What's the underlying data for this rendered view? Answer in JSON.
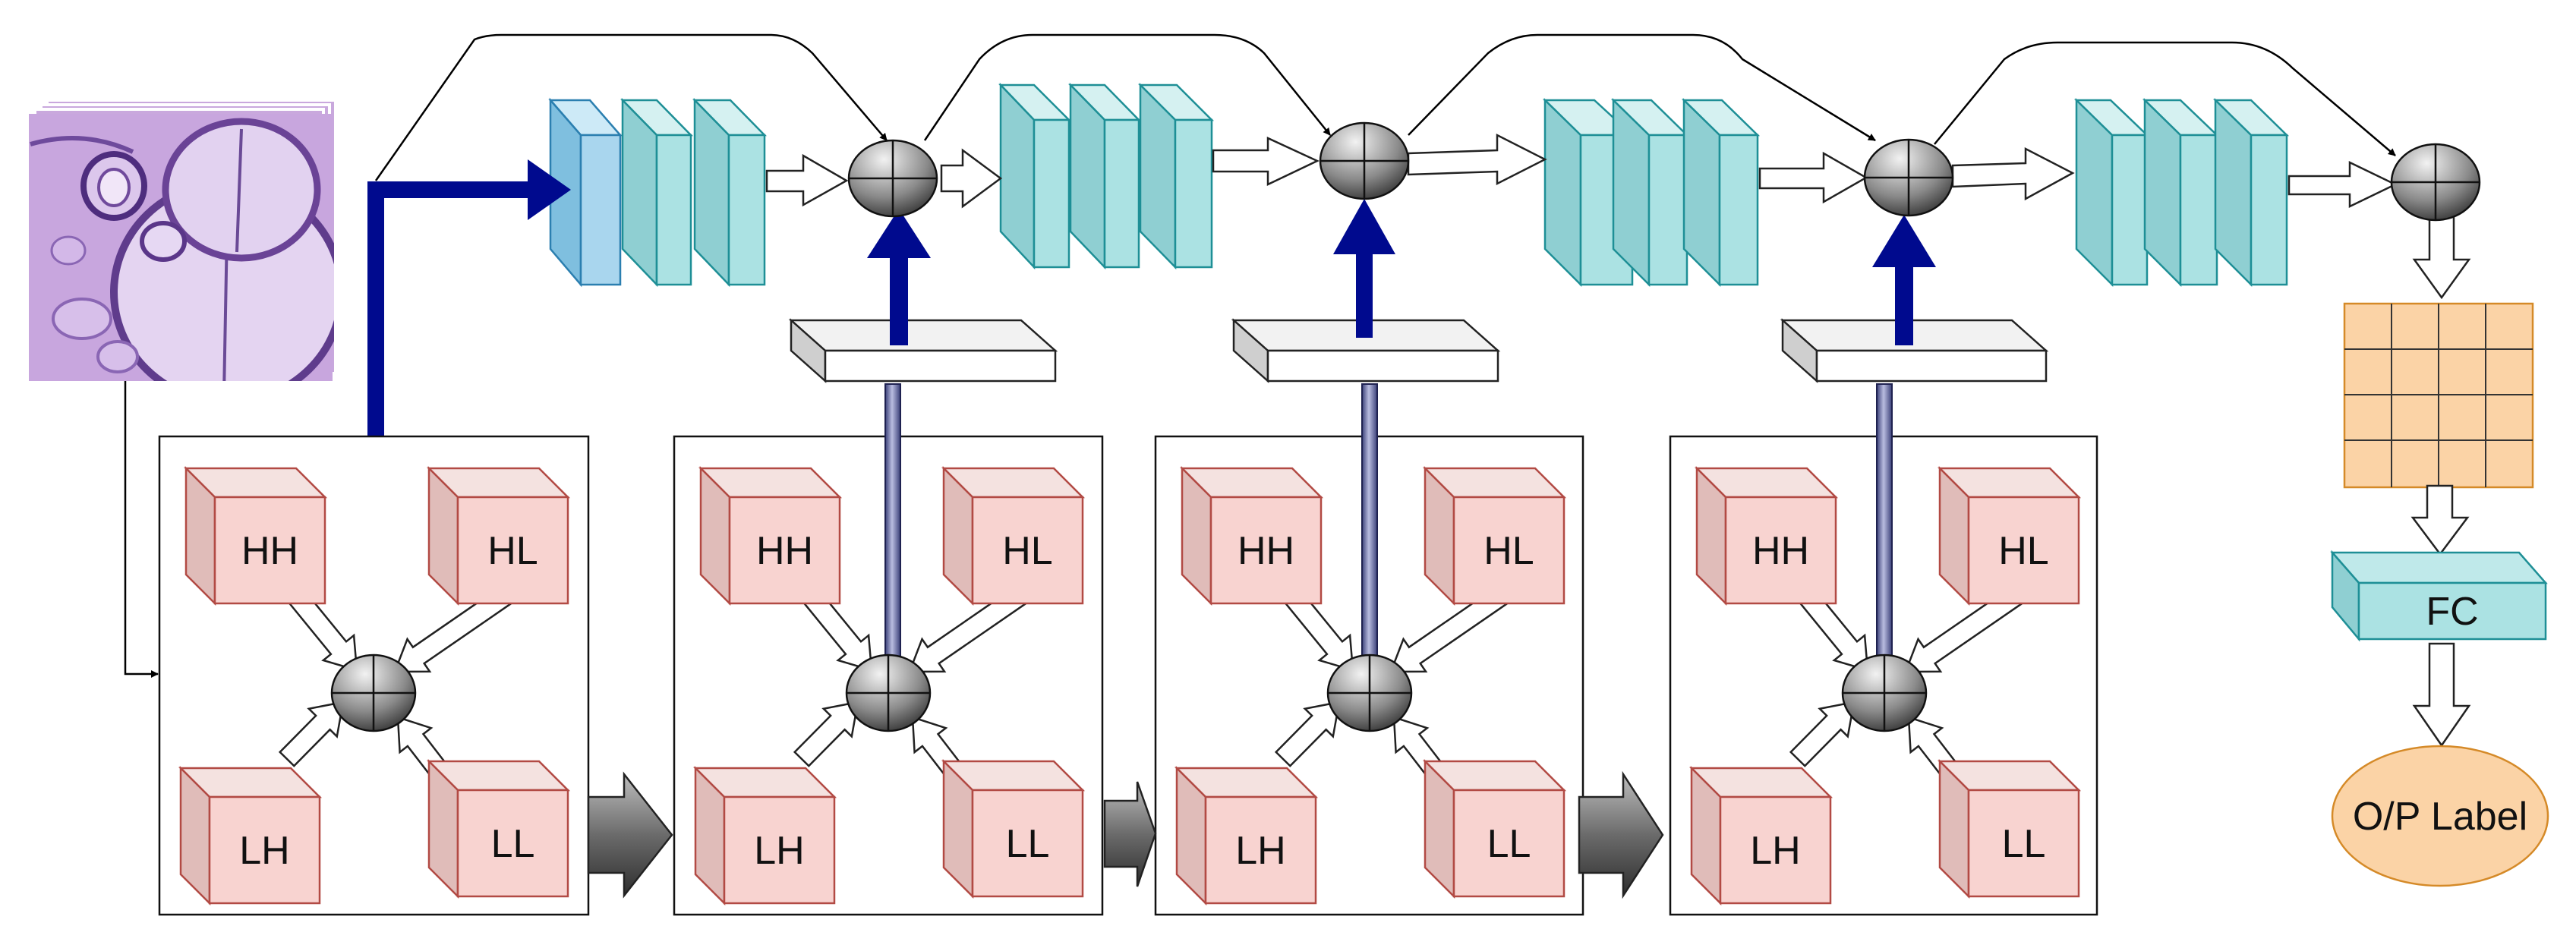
{
  "wavelet_blocks": [
    {
      "subbands": [
        "HH",
        "HL",
        "LH",
        "LL"
      ]
    },
    {
      "subbands": [
        "HH",
        "HL",
        "LH",
        "LL"
      ]
    },
    {
      "subbands": [
        "HH",
        "HL",
        "LH",
        "LL"
      ]
    },
    {
      "subbands": [
        "HH",
        "HL",
        "LH",
        "LL"
      ]
    }
  ],
  "classifier": {
    "fc_label": "FC",
    "output_label": "O/P Label"
  },
  "colors": {
    "subband_fill": "#f8d3d0",
    "subband_stroke": "#b24a44",
    "conv_fill": "#abe2e3",
    "conv_stroke": "#1e8f96",
    "conv_first_fill": "#a9d6ee",
    "skip_arrow": "#000a8e",
    "feature_map_fill": "#fbd3a6",
    "output_fill": "#fbd3a6"
  }
}
